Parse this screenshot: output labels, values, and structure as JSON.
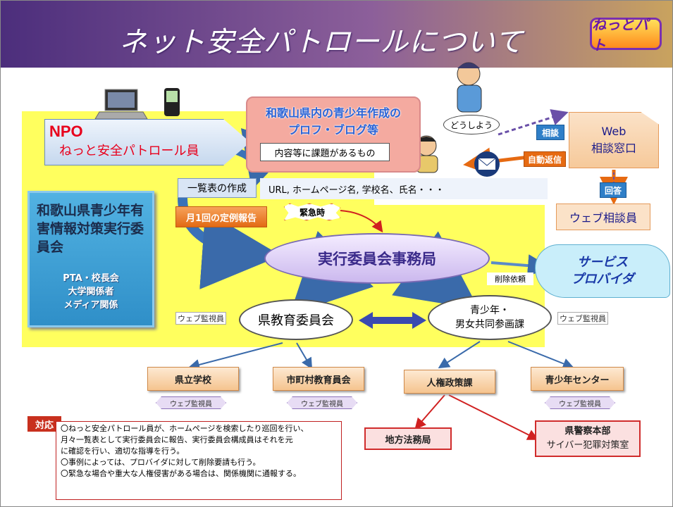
{
  "header": {
    "title": "ネット安全パトロールについて",
    "logo_text": "ねっとパト"
  },
  "npo": {
    "label": "NPO",
    "sub": "ねっと安全パトロール員"
  },
  "blog": {
    "line1": "和歌山県内の青少年作成の",
    "line2": "プロフ・ブログ等",
    "issue": "内容等に課題があるもの"
  },
  "list": {
    "label": "一覧表の作成",
    "detail": "URL, ホームページ名, 学校名、氏名・・・"
  },
  "monthly": "月1回の定例報告",
  "emergency": "緊急時",
  "committee": {
    "title": "和歌山県青少年有害情報対策実行委員会",
    "members": [
      "PTA・校長会",
      "大学関係者",
      "メディア関係"
    ]
  },
  "office": "実行委員会事務局",
  "kenkyo": "県教育委員会",
  "seisho": {
    "line1": "青少年・",
    "line2": "男女共同参画課"
  },
  "provider": {
    "line1": "サービス",
    "line2": "プロバイダ"
  },
  "delete_request": "削除依頼",
  "web": {
    "line1": "Web",
    "line2": "相談窓口",
    "staff": "ウェブ相談員"
  },
  "chips": {
    "consult": "相談",
    "auto_reply": "自動返信",
    "answer": "回答"
  },
  "bubble": "どうしよう",
  "web_monitor": "ウェブ監視員",
  "orgs": {
    "prefectural_school": "県立学校",
    "municipal_board": "市町村教育員会",
    "human_rights": "人権政策課",
    "youth_center": "青少年センター"
  },
  "legal": "地方法務局",
  "police": {
    "line1": "県警察本部",
    "line2": "サイバー犯罪対策室"
  },
  "response": {
    "tag": "対応",
    "lines": [
      "〇ねっと安全パトロール員が、ホームページを検索したり巡回を行い、",
      "月々一覧表として実行委員会に報告、実行委員会構成員はそれを元",
      "に確認を行い、適切な指導を行う。",
      "〇事例によっては、プロバイダに対して削除要請も行う。",
      "〇緊急な場合や重大な人権侵害がある場合は、関係機関に通報する。"
    ]
  },
  "colors": {
    "header_left": "#4c2e7c",
    "header_right": "#c9a35e",
    "highlight": "#ffff5e",
    "accent_red": "#d02c2c"
  }
}
